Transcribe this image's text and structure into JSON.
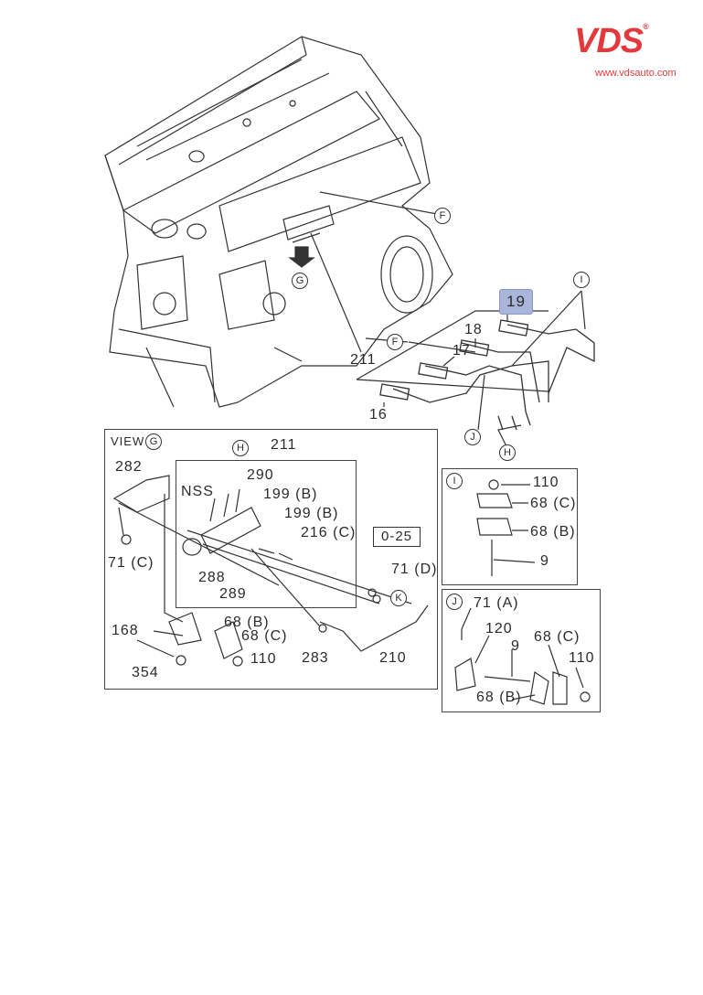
{
  "logo": {
    "text": "VDS",
    "reg": "®",
    "url": "www.vdsauto.com",
    "color": "#e4393c"
  },
  "main": {
    "callouts": {
      "f_top": "F",
      "g": "G",
      "n211": "211",
      "n19": "19",
      "n18": "18",
      "n17": "17",
      "f_pipe": "F",
      "n16": "16",
      "i": "I",
      "j": "J",
      "h": "H"
    },
    "highlight_color": "#a9b6d9"
  },
  "view_g": {
    "title": "VIEW",
    "title_circle": "G",
    "labels": {
      "n211": "211",
      "h": "H",
      "n290": "290",
      "nss": "NSS",
      "n199b_1": "199 (B)",
      "n199b_2": "199 (B)",
      "n216c": "216 (C)",
      "n282": "282",
      "n71c": "71 (C)",
      "n288": "288",
      "n289": "289",
      "ref025": "0-25",
      "n71d": "71 (D)",
      "k": "K",
      "n168": "168",
      "n68b": "68 (B)",
      "n68c": "68 (C)",
      "n110": "110",
      "n283": "283",
      "n210": "210",
      "n354": "354"
    }
  },
  "detail_i": {
    "title_circle": "I",
    "labels": {
      "n110": "110",
      "n68c": "68 (C)",
      "n68b": "68 (B)",
      "n9": "9"
    }
  },
  "detail_j": {
    "title_circle": "J",
    "labels": {
      "n71a": "71 (A)",
      "n120": "120",
      "n9": "9",
      "n68c": "68 (C)",
      "n110": "110",
      "n68b": "68 (B)"
    }
  }
}
